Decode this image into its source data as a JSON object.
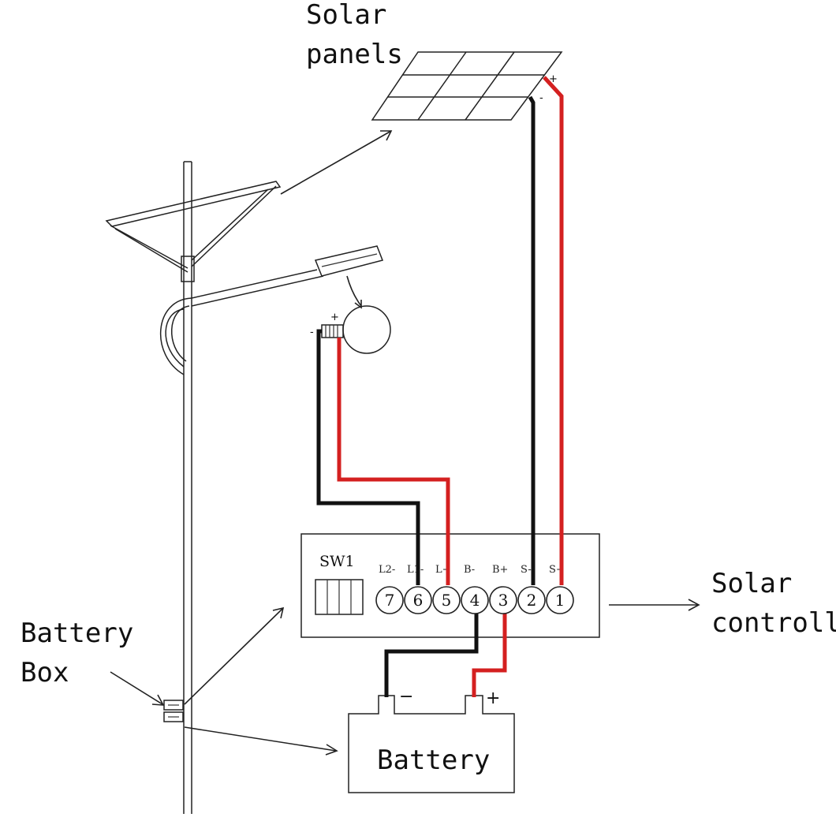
{
  "labels": {
    "solar_panels_line1": "Solar",
    "solar_panels_line2": "panels",
    "battery_box_line1": "Battery",
    "battery_box_line2": "Box",
    "solar_controller_line1": "Solar",
    "solar_controller_line2": "controll",
    "battery": "Battery",
    "switch": "SW1"
  },
  "controller_terminals": [
    {
      "number": "7",
      "label": "L2-"
    },
    {
      "number": "6",
      "label": "L1-"
    },
    {
      "number": "5",
      "label": "L+"
    },
    {
      "number": "4",
      "label": "B-"
    },
    {
      "number": "3",
      "label": "B+"
    },
    {
      "number": "2",
      "label": "S-"
    },
    {
      "number": "1",
      "label": "S+"
    }
  ],
  "polarity": {
    "panel_plus": "+",
    "panel_minus": "-",
    "lamp_plus": "+",
    "lamp_minus": "-",
    "battery_plus": "+",
    "battery_minus": "−"
  },
  "colors": {
    "positive_wire": "#d42020",
    "negative_wire": "#111111",
    "line": "#222222",
    "background": "#ffffff"
  }
}
